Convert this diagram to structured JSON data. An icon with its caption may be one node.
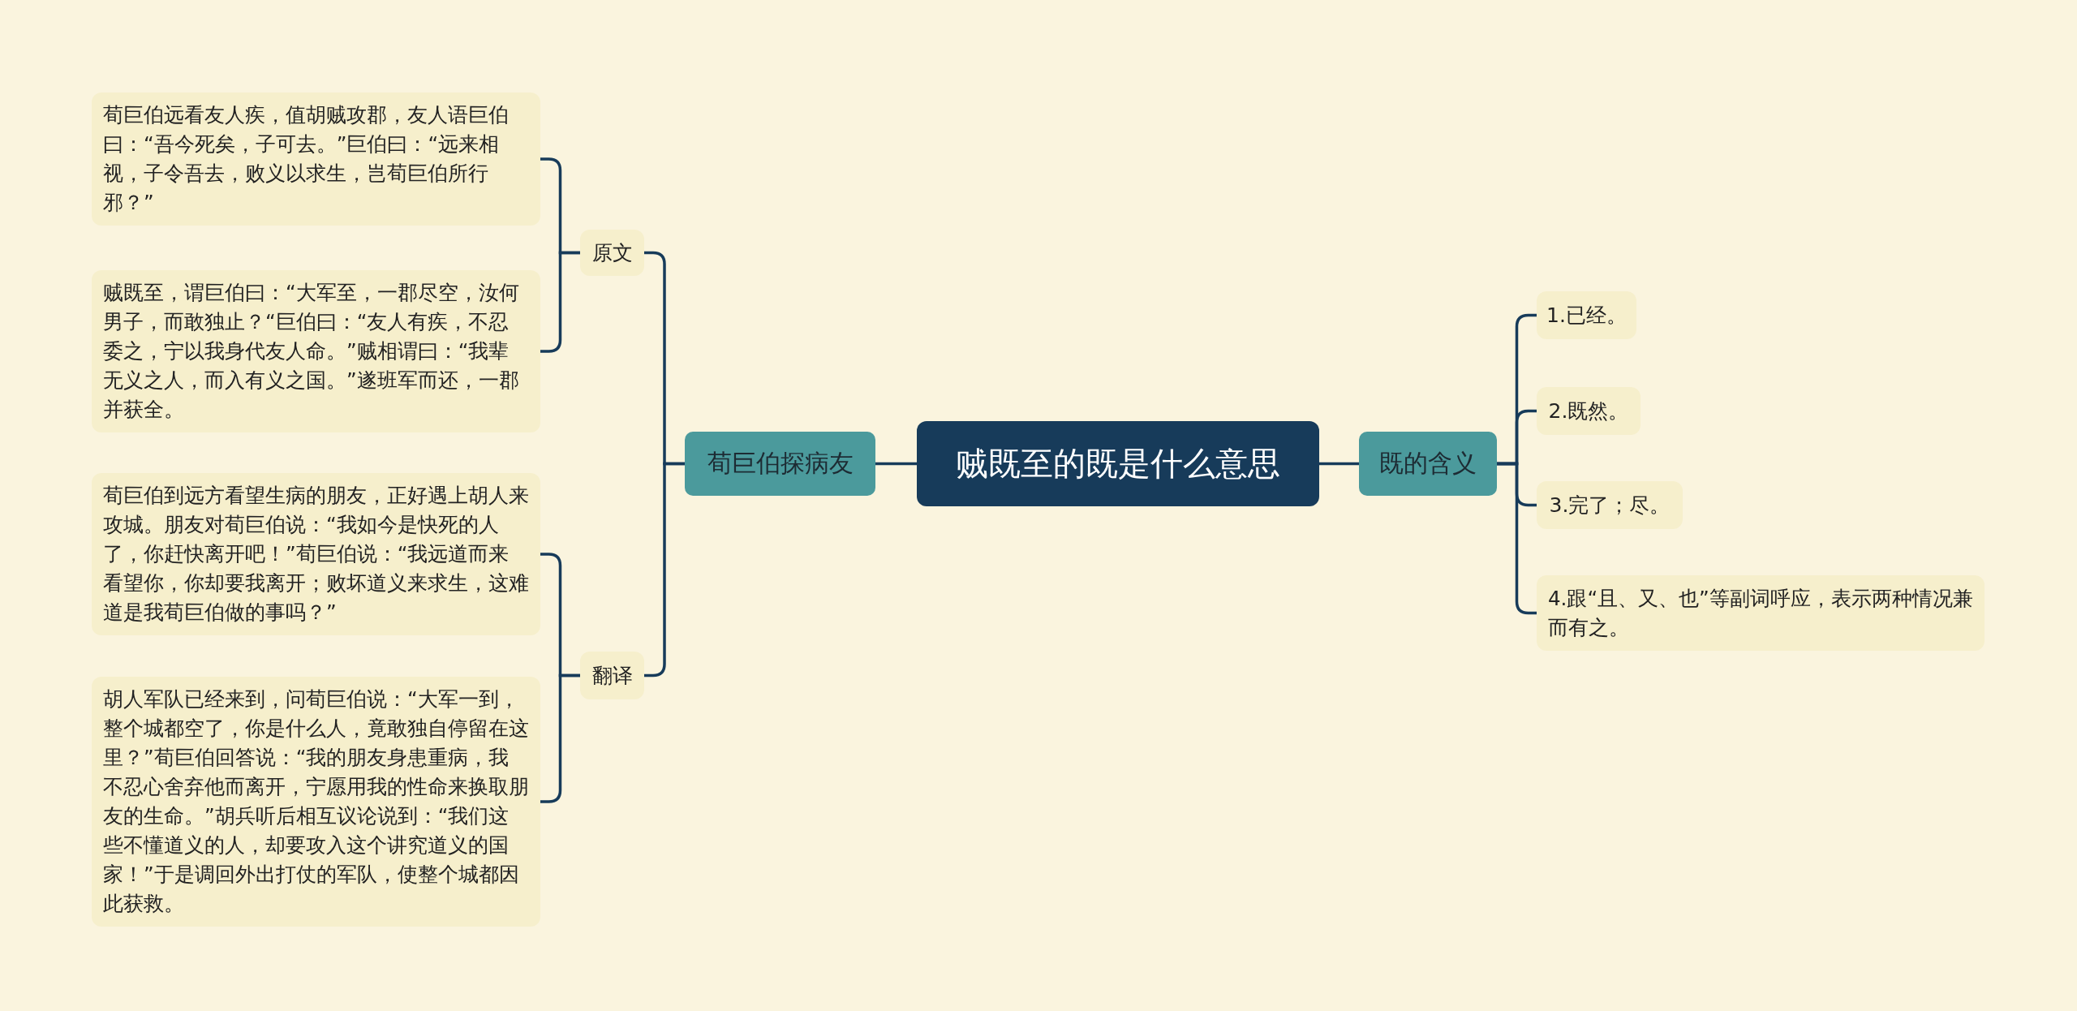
{
  "diagram": {
    "nodes": [
      {
        "text": [
          "贼既至的既是什么意思"
        ]
      },
      {
        "text": [
          "荀巨伯探病友"
        ]
      },
      {
        "text": [
          "原文"
        ]
      },
      {
        "text": [
          "荀巨伯远看友人疾，值胡贼攻郡，友人语巨伯曰：“吾今死矣，子可去。”巨伯曰：“远来相视，子令吾去，败义以求生，岂荀巨伯所行邪？”"
        ]
      },
      {
        "text": [
          "贼既至，谓巨伯曰：“大军至，一郡尽空，汝何男子，而敢独止？“巨伯曰：“友人有疾，不忍委之，宁以我身代友人命。”贼相谓曰：“我辈无义之人，而入有义之国。”遂班军而还，一郡并获全。"
        ]
      },
      {
        "text": [
          "翻译"
        ]
      },
      {
        "text": [
          "荀巨伯到远方看望生病的朋友，正好遇上胡人来攻城。朋友对荀巨伯说：“我如今是快死的人了，你赶快离开吧！”荀巨伯说：“我远道而来看望你，你却要我离开；败坏道义来求生，这难道是我荀巨伯做的事吗？”"
        ]
      },
      {
        "text": [
          "胡人军队已经来到，问荀巨伯说：“大军一到，整个城都空了，你是什么人，竟敢独自停留在这里？”荀巨伯回答说：“我的朋友身患重病，我不忍心舍弃他而离开，宁愿用我的性命来换取朋友的生命。”胡兵听后相互议论说到：“我们这些不懂道义的人，却要攻入这个讲究道义的国家！”于是调回外出打仗的军队，使整个城都因此获救。"
        ]
      },
      {
        "text": [
          "既的含义"
        ]
      },
      {
        "text": [
          "1.已经。"
        ]
      },
      {
        "text": [
          "2.既然。"
        ]
      },
      {
        "text": [
          "3.完了；尽。"
        ]
      },
      {
        "text": [
          "4.跟“且、又、也”等副词呼应，表示两种情况兼而有之。"
        ]
      }
    ],
    "edges": [
      {
        "from": 0,
        "to": 1,
        "arrow": "none"
      },
      {
        "from": 1,
        "to": 2,
        "arrow": "none"
      },
      {
        "from": 2,
        "to": 3,
        "arrow": "none"
      },
      {
        "from": 2,
        "to": 4,
        "arrow": "none"
      },
      {
        "from": 1,
        "to": 5,
        "arrow": "none"
      },
      {
        "from": 5,
        "to": 6,
        "arrow": "none"
      },
      {
        "from": 5,
        "to": 7,
        "arrow": "none"
      },
      {
        "from": 0,
        "to": 8,
        "arrow": "none"
      },
      {
        "from": 8,
        "to": 9,
        "arrow": "none"
      },
      {
        "from": 8,
        "to": 10,
        "arrow": "none"
      },
      {
        "from": 8,
        "to": 11,
        "arrow": "none"
      },
      {
        "from": 8,
        "to": 12,
        "arrow": "none"
      }
    ]
  }
}
